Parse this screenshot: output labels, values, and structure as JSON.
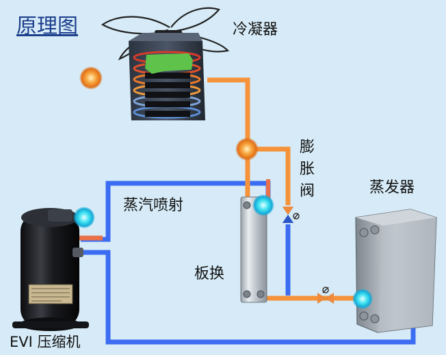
{
  "title": "原理图",
  "labels": {
    "condenser": "冷凝器",
    "expansion_valve": "膨胀阀",
    "evaporator": "蒸发器",
    "vapor_injection": "蒸汽喷射",
    "plate_exchanger": "板换",
    "compressor": "EVI 压缩机"
  },
  "colors": {
    "background": "#d6ebf7",
    "hot_pipe": "#f5923a",
    "cold_pipe": "#3b6cf2",
    "mid_pipe": "#e8714a",
    "title": "#1c3e8c"
  }
}
